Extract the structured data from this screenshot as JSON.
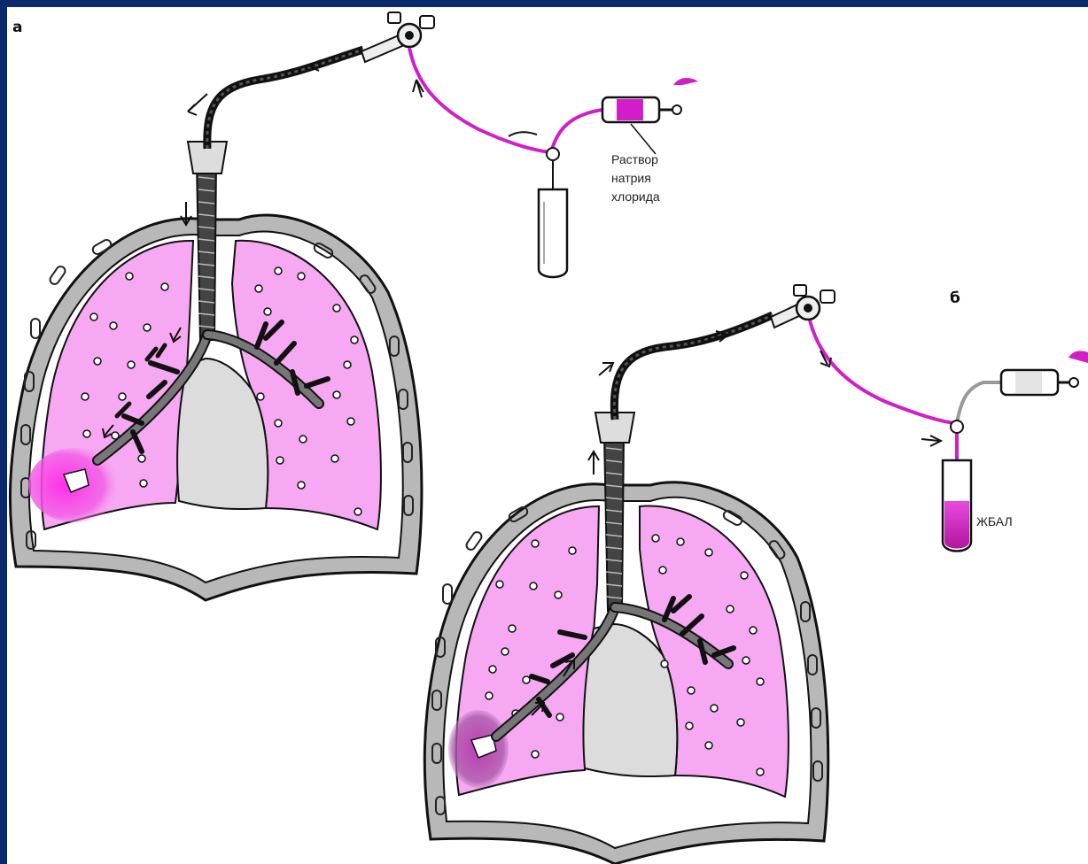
{
  "panel_a": {
    "letter": "а",
    "label_lines": [
      "Раствор",
      "натрия",
      "хлорида"
    ]
  },
  "panel_b": {
    "letter": "б",
    "label": "ЖБАЛ"
  },
  "colors": {
    "frame_border": "#0b2a6e",
    "lung_fill": "#f7a8f2",
    "fluid": "#d21ec8",
    "chest_wall": "#b8b8b8",
    "mediastinum": "#dcdcdc",
    "airway": "#1a1a1a"
  },
  "icons": [
    "arrow-icon",
    "bronchoscope-icon",
    "syringe-icon",
    "test-tube-icon"
  ]
}
